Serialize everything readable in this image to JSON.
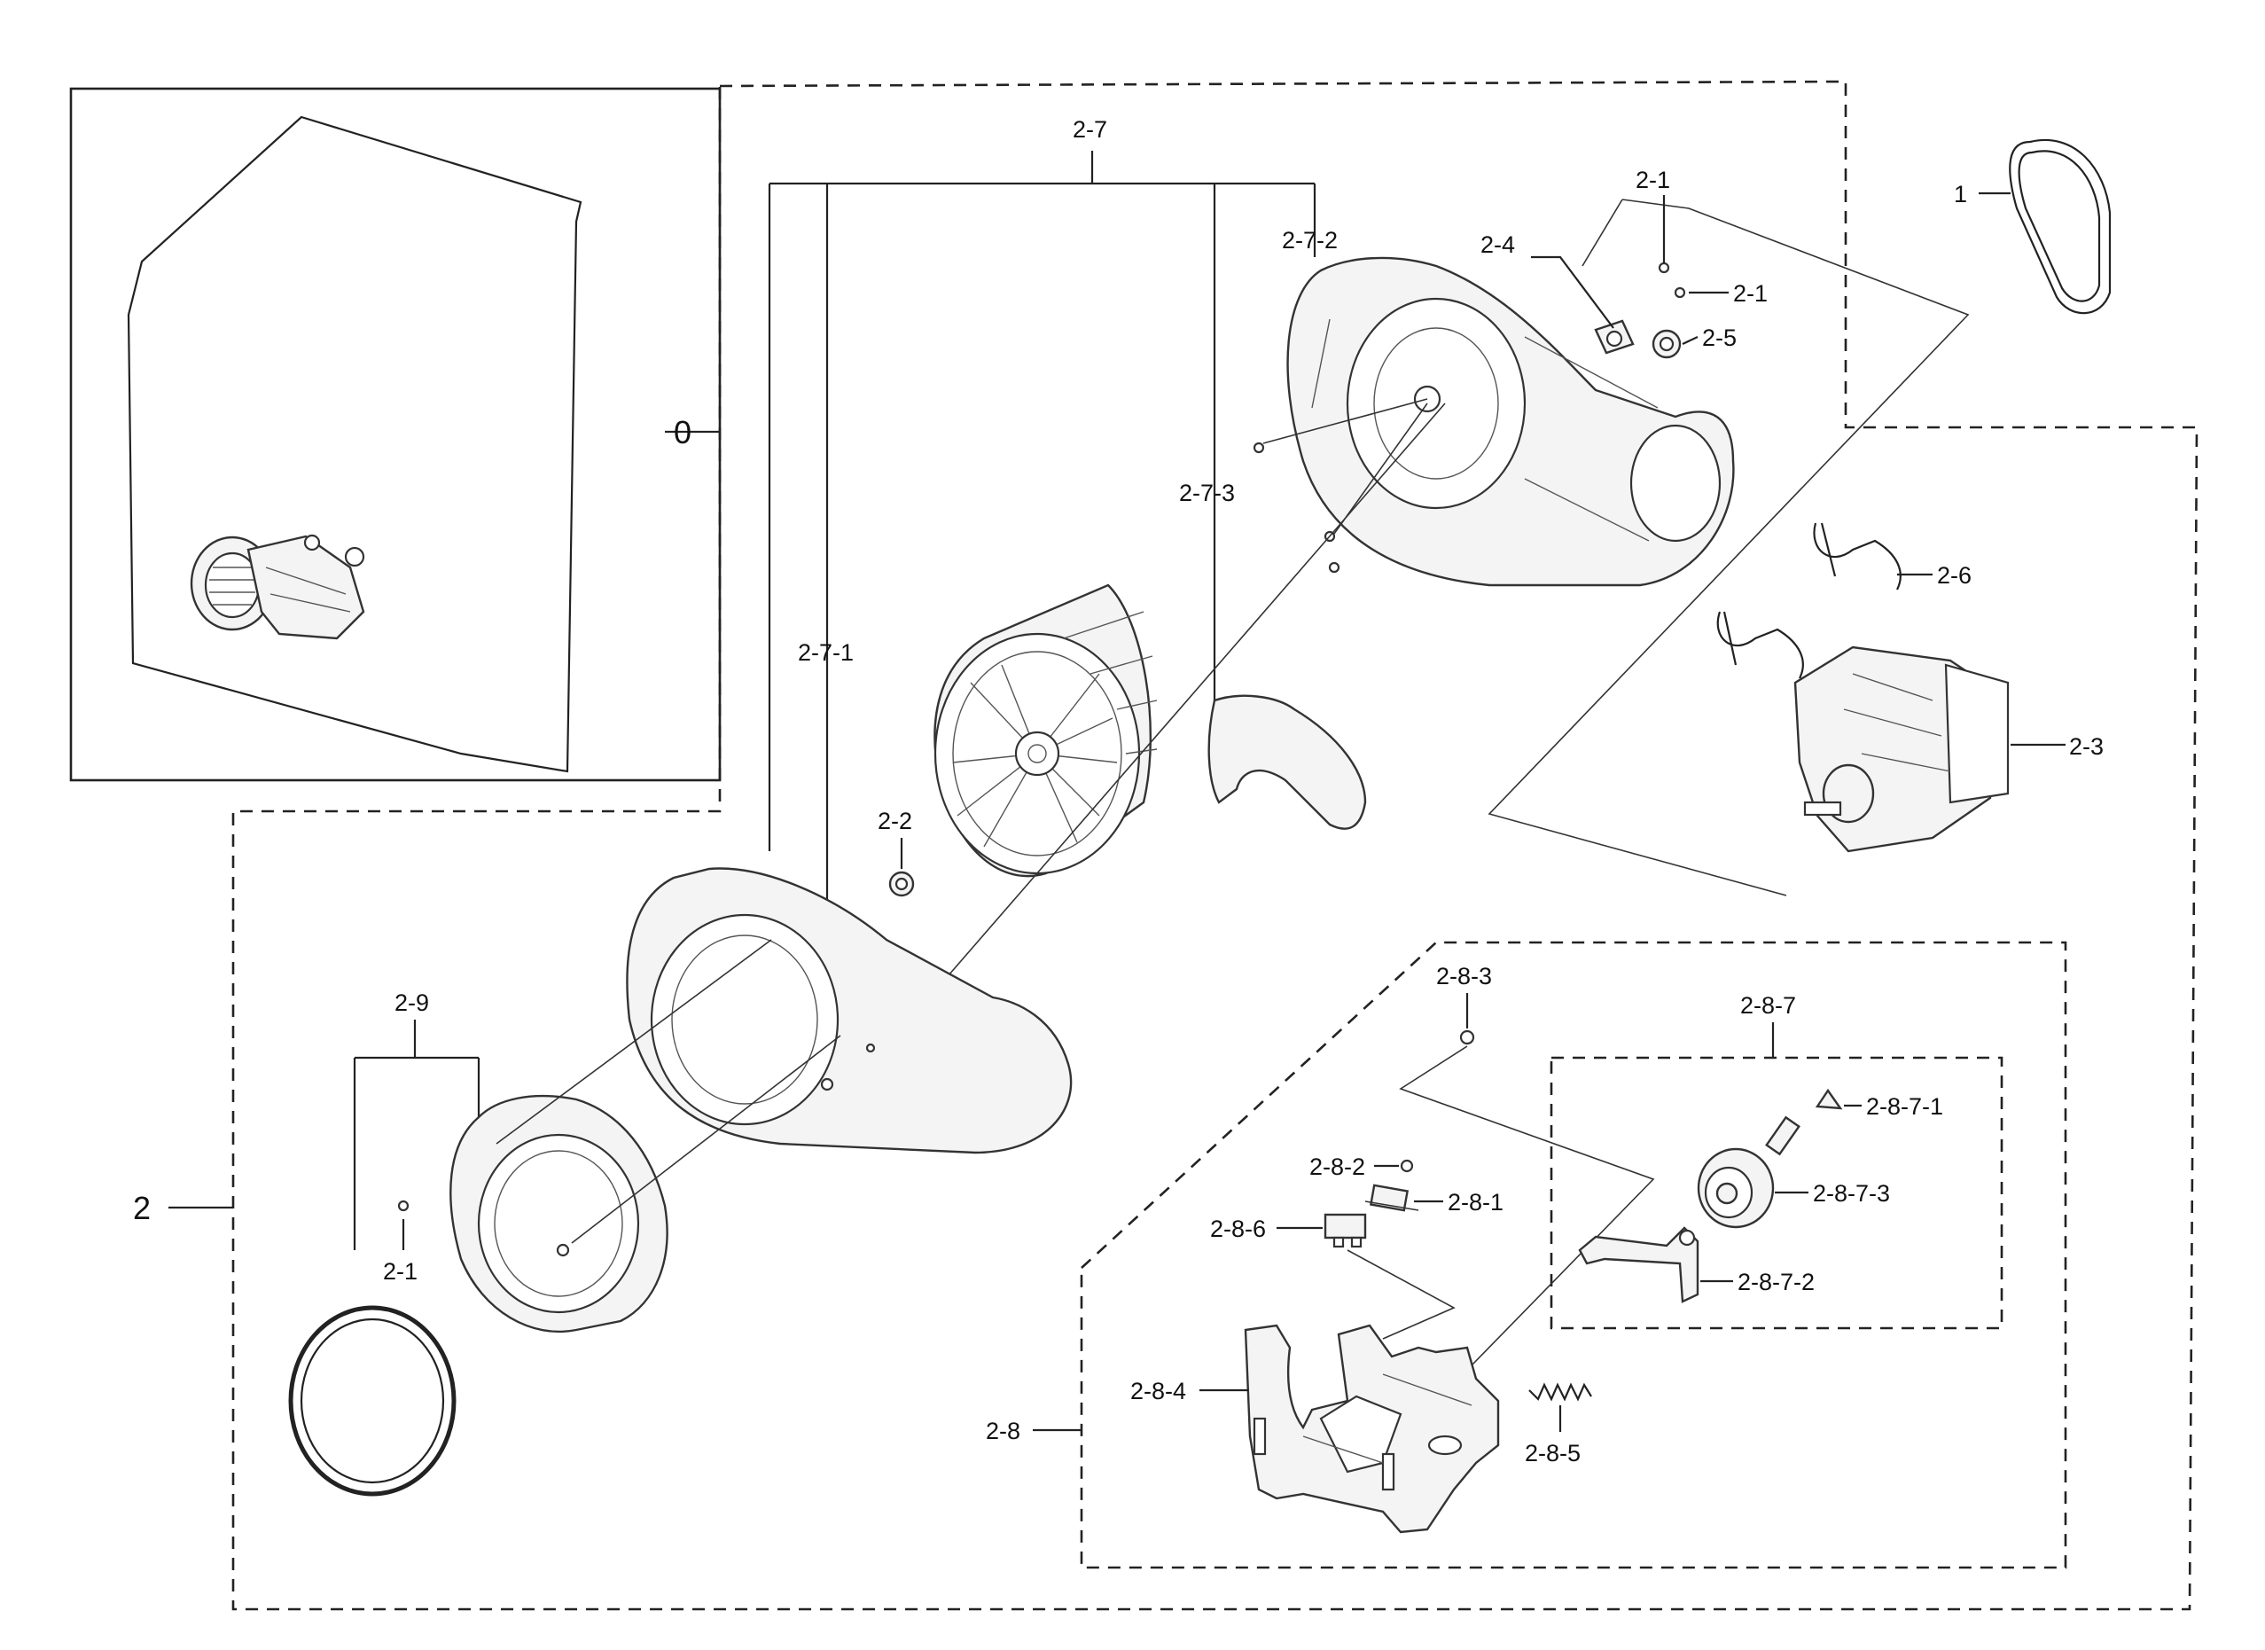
{
  "labels": {
    "l0": "0",
    "l1": "1",
    "l2": "2",
    "l2_1a": "2-1",
    "l2_1b": "2-1",
    "l2_1c": "2-1",
    "l2_2": "2-2",
    "l2_3": "2-3",
    "l2_4": "2-4",
    "l2_5": "2-5",
    "l2_6": "2-6",
    "l2_7": "2-7",
    "l2_7_1": "2-7-1",
    "l2_7_2": "2-7-2",
    "l2_7_3": "2-7-3",
    "l2_8": "2-8",
    "l2_8_1": "2-8-1",
    "l2_8_2": "2-8-2",
    "l2_8_3": "2-8-3",
    "l2_8_4": "2-8-4",
    "l2_8_5": "2-8-5",
    "l2_8_6": "2-8-6",
    "l2_8_7": "2-8-7",
    "l2_8_7_1": "2-8-7-1",
    "l2_8_7_2": "2-8-7-2",
    "l2_8_7_3": "2-8-7-3",
    "l2_9": "2-9"
  }
}
